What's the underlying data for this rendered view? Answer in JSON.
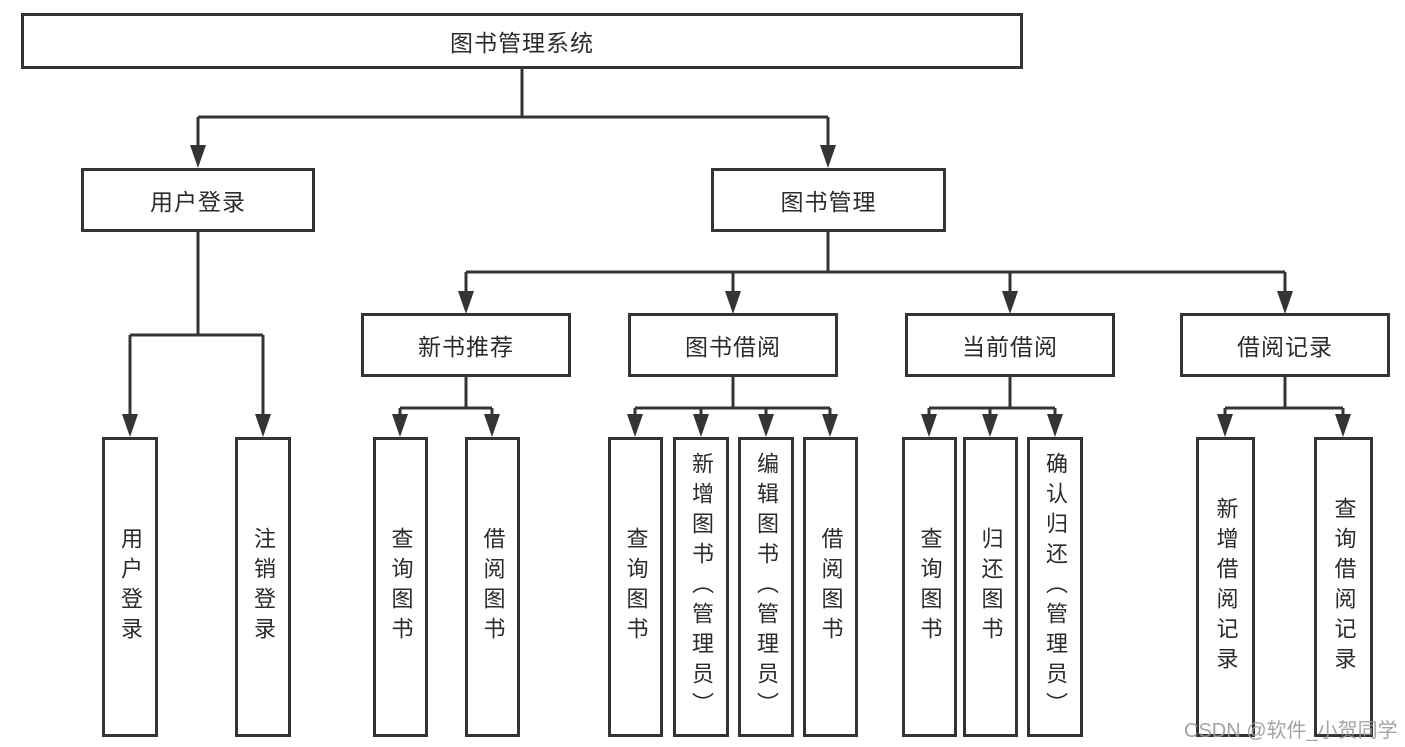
{
  "diagram": {
    "title": "图书管理系统",
    "branches": [
      {
        "label": "用户登录",
        "children": [
          {
            "label": "用户登录"
          },
          {
            "label": "注销登录"
          }
        ]
      },
      {
        "label": "图书管理",
        "children": [
          {
            "label": "新书推荐",
            "children": [
              {
                "label": "查询图书"
              },
              {
                "label": "借阅图书"
              }
            ]
          },
          {
            "label": "图书借阅",
            "children": [
              {
                "label": "查询图书"
              },
              {
                "label": "新增图书（管理员）"
              },
              {
                "label": "编辑图书（管理员）"
              },
              {
                "label": "借阅图书"
              }
            ]
          },
          {
            "label": "当前借阅",
            "children": [
              {
                "label": "查询图书"
              },
              {
                "label": "归还图书"
              },
              {
                "label": "确认归还（管理员）"
              }
            ]
          },
          {
            "label": "借阅记录",
            "children": [
              {
                "label": "新增借阅记录"
              },
              {
                "label": "查询借阅记录"
              }
            ]
          }
        ]
      }
    ]
  },
  "watermark": {
    "text": "CSDN @软件_小贺同学"
  },
  "colors": {
    "line": "#343434",
    "box_background": "#ffffff",
    "text": "#2b2b2b",
    "watermark": "#9b9b9b",
    "page_background": "#ffffff"
  }
}
